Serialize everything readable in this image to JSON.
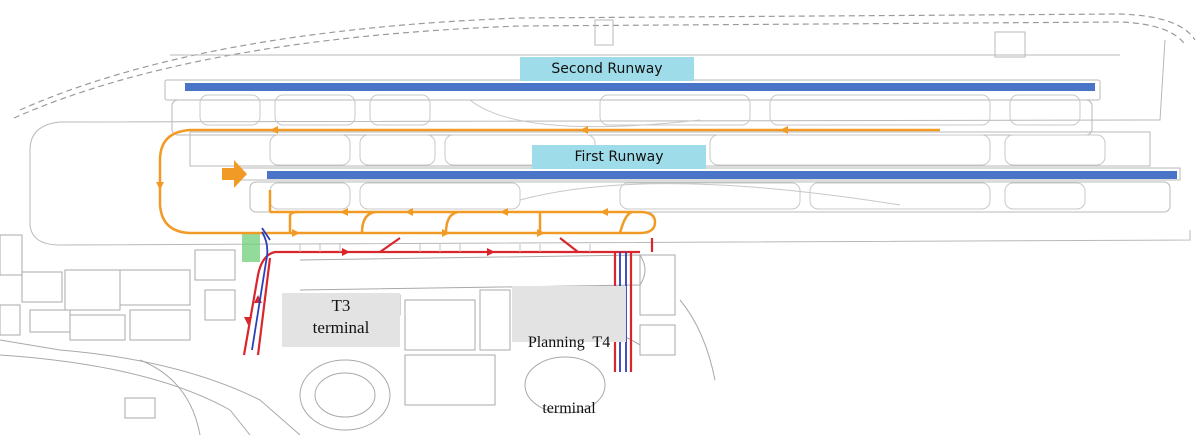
{
  "map": {
    "runways": [
      {
        "name": "Second Runway"
      },
      {
        "name": "First Runway"
      }
    ],
    "terminals": [
      {
        "line1": "T3",
        "line2": "terminal"
      },
      {
        "line1": "Planning  T4",
        "line2": "terminal"
      }
    ],
    "colors": {
      "runway": "#4a74c8",
      "taxi_route": "#f29a26",
      "ground_route_red": "#d9262c",
      "ground_route_blue": "#2c3fb8",
      "label_bg": "#9fdcea",
      "terminal_bg": "#e3e3e3",
      "apron_green": "#6fcf7a",
      "linework": "#b8b8b8"
    }
  }
}
